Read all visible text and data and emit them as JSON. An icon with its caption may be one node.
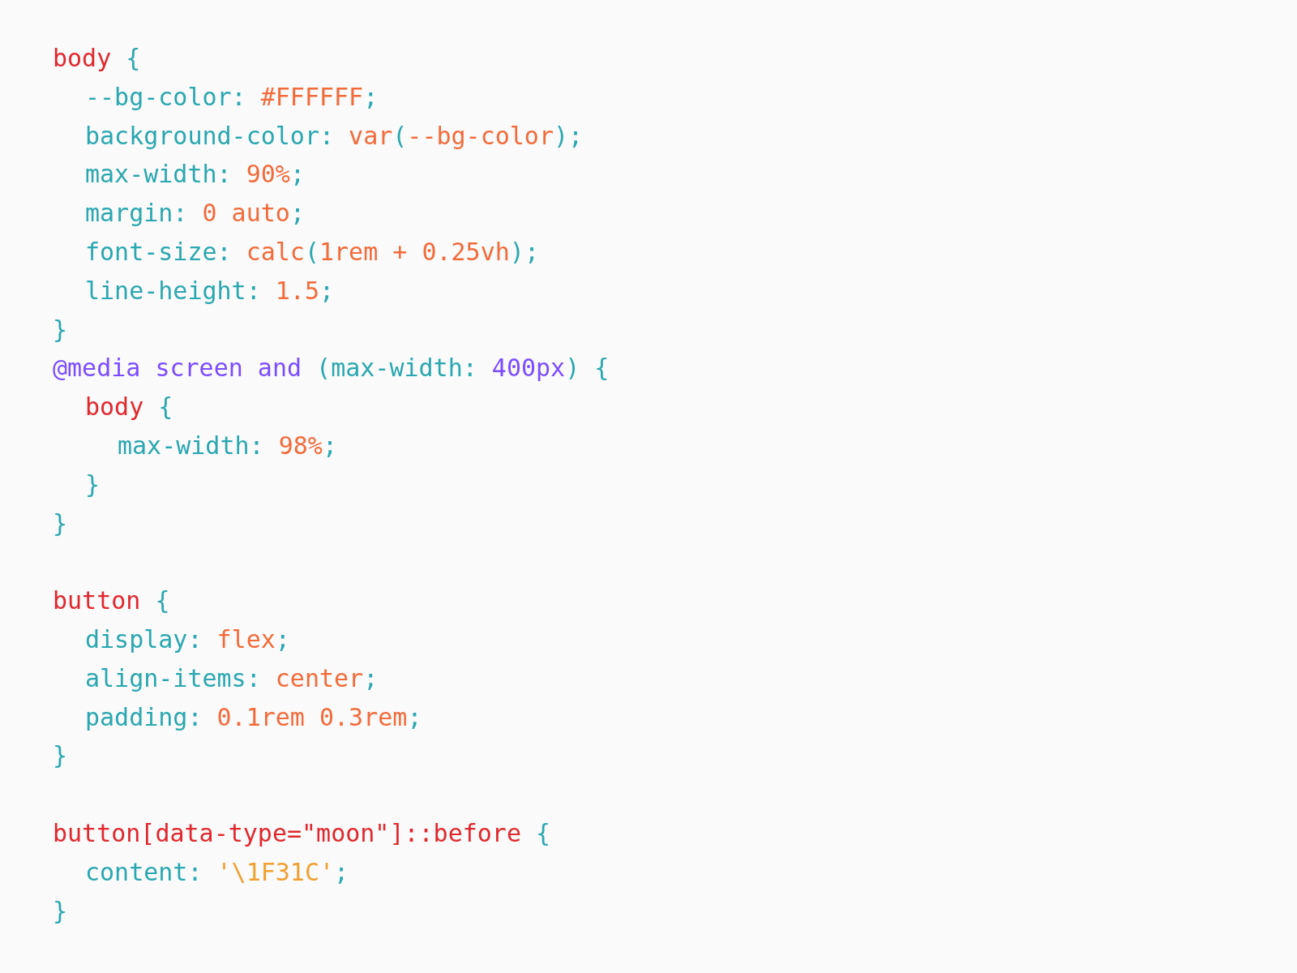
{
  "diagram": {
    "labels": [
      "body {",
      "--bg-color: #FFFFFF;",
      "background-color: var(--bg-color);",
      "max-width: 90%;",
      "margin: 0 auto;",
      "font-size: calc(1rem + 0.25vh);",
      "line-height: 1.5;",
      "}",
      "@media screen and (max-width: 400px) {",
      "body {",
      "max-width: 98%;",
      "}",
      "}",
      "button {",
      "display: flex;",
      "align-items: center;",
      "padding: 0.1rem 0.3rem;",
      "}",
      "button[data-type=\"moon\"]::before {",
      "content: '\\1F31C';",
      "}"
    ]
  }
}
